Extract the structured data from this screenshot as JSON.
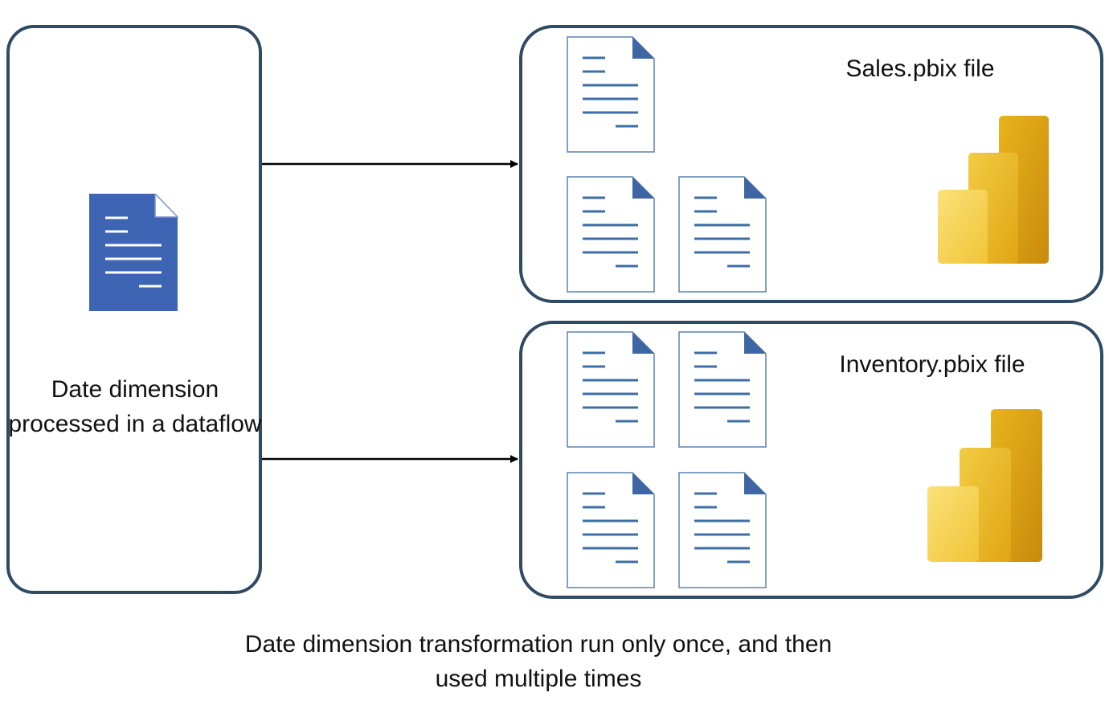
{
  "dataflow": {
    "label": "Date dimension processed in a dataflow"
  },
  "sales": {
    "label": "Sales.pbix file"
  },
  "inventory": {
    "label": "Inventory.pbix file"
  },
  "caption": "Date dimension transformation run only once, and then used multiple times",
  "icons": {
    "source_document": "document-icon",
    "table_document": "document-icon",
    "report_logo": "power-bi-logo-icon"
  },
  "colors": {
    "box_border": "#2f4b64",
    "doc_blue": "#3e65b4",
    "doc_outline": "#5a82b0",
    "doc_line": "#3d6ea6",
    "pbi_light": "#f2cc44",
    "pbi_mid": "#e8b41c",
    "pbi_dark": "#c98a0c"
  }
}
